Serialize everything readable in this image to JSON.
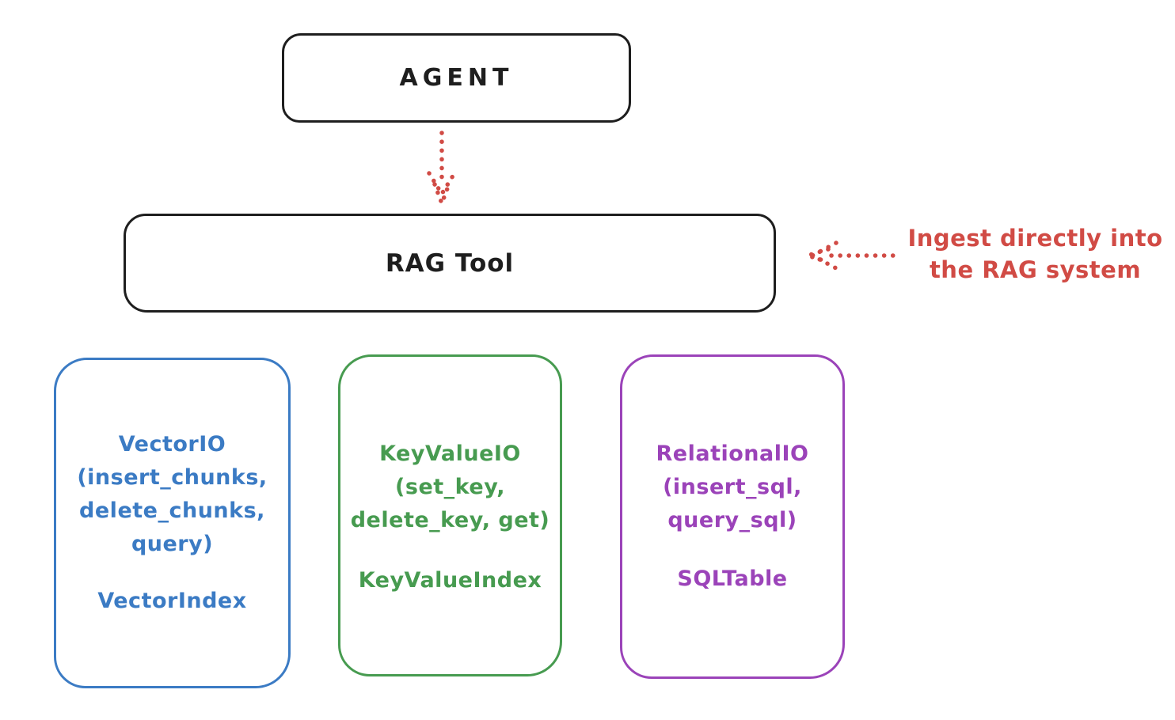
{
  "diagram": {
    "agent": {
      "label": "AGENT"
    },
    "rag_tool": {
      "label": "RAG Tool"
    },
    "annotation": {
      "line1": "Ingest directly into",
      "line2": "the RAG system"
    },
    "io_boxes": [
      {
        "lines": [
          "VectorIO",
          "(insert_chunks,",
          "delete_chunks,",
          "query)"
        ],
        "index_label": "VectorIndex",
        "color": "#3b7bc4"
      },
      {
        "lines": [
          "KeyValueIO",
          "(set_key,",
          "delete_key, get)"
        ],
        "index_label": "KeyValueIndex",
        "color": "#479b50"
      },
      {
        "lines": [
          "RelationalIO",
          "(insert_sql,",
          "query_sql)"
        ],
        "index_label": "SQLTable",
        "color": "#9b43b9"
      }
    ],
    "colors": {
      "ink": "#1e1e1e",
      "red": "#d14b45"
    }
  }
}
